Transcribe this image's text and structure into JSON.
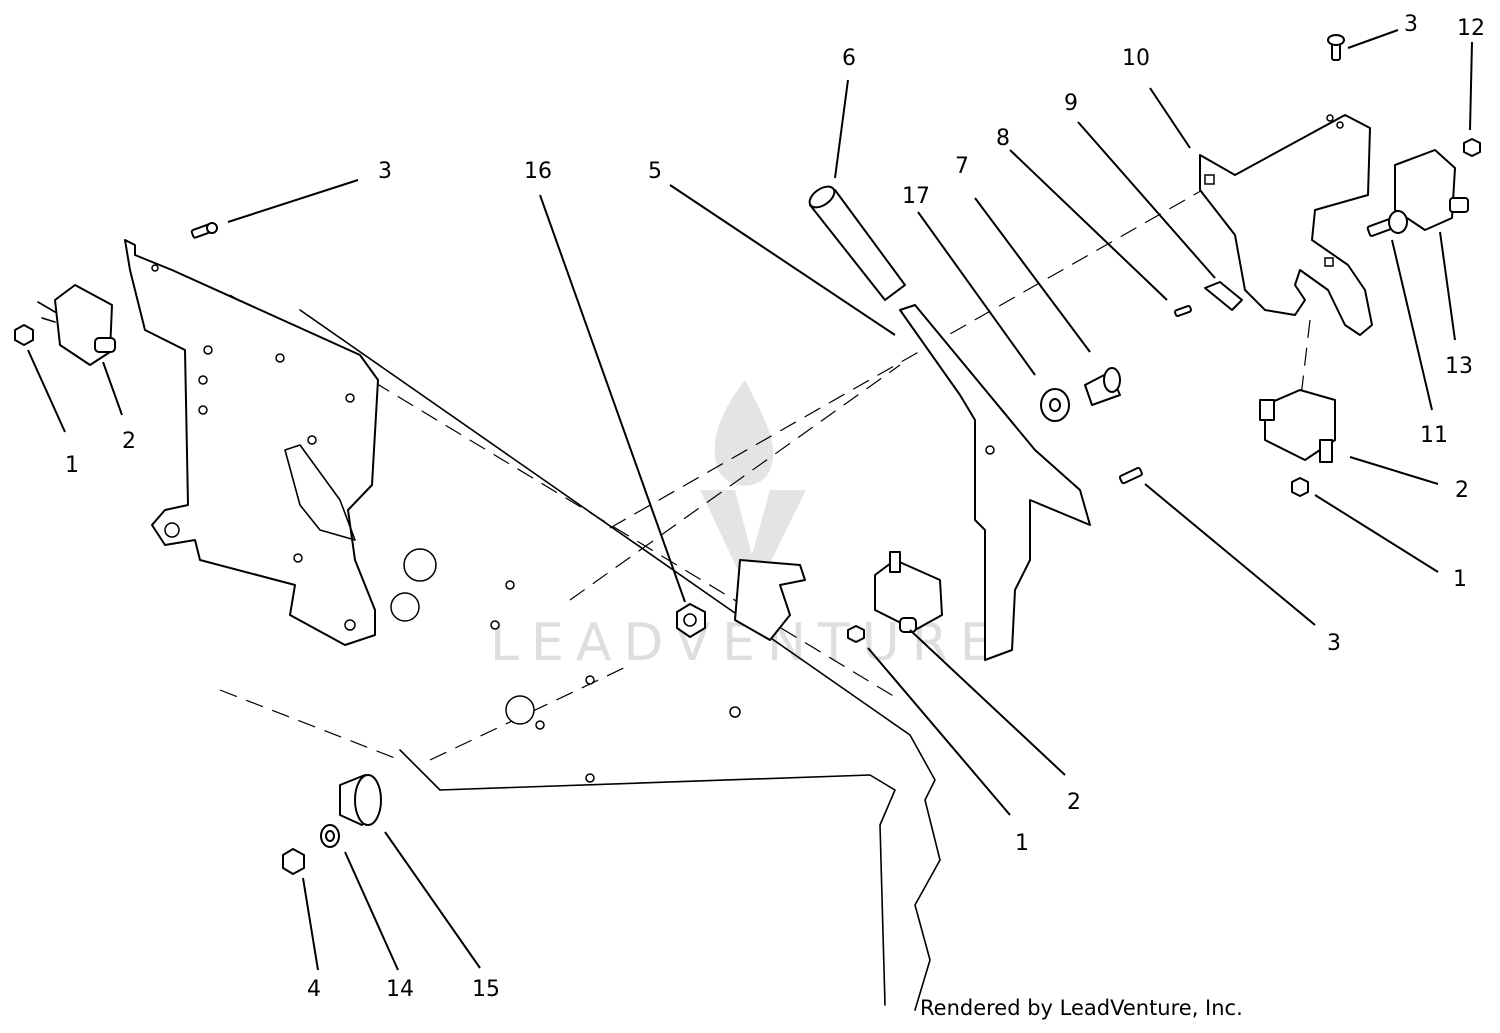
{
  "diagram": {
    "watermark_text": "LEADVENTURE",
    "credit": "Rendered by LeadVenture, Inc.",
    "callouts": [
      "1",
      "2",
      "3",
      "16",
      "5",
      "6",
      "17",
      "7",
      "8",
      "9",
      "10",
      "3",
      "12",
      "13",
      "11",
      "2",
      "1",
      "3",
      "1",
      "2",
      "4",
      "14",
      "15"
    ]
  }
}
